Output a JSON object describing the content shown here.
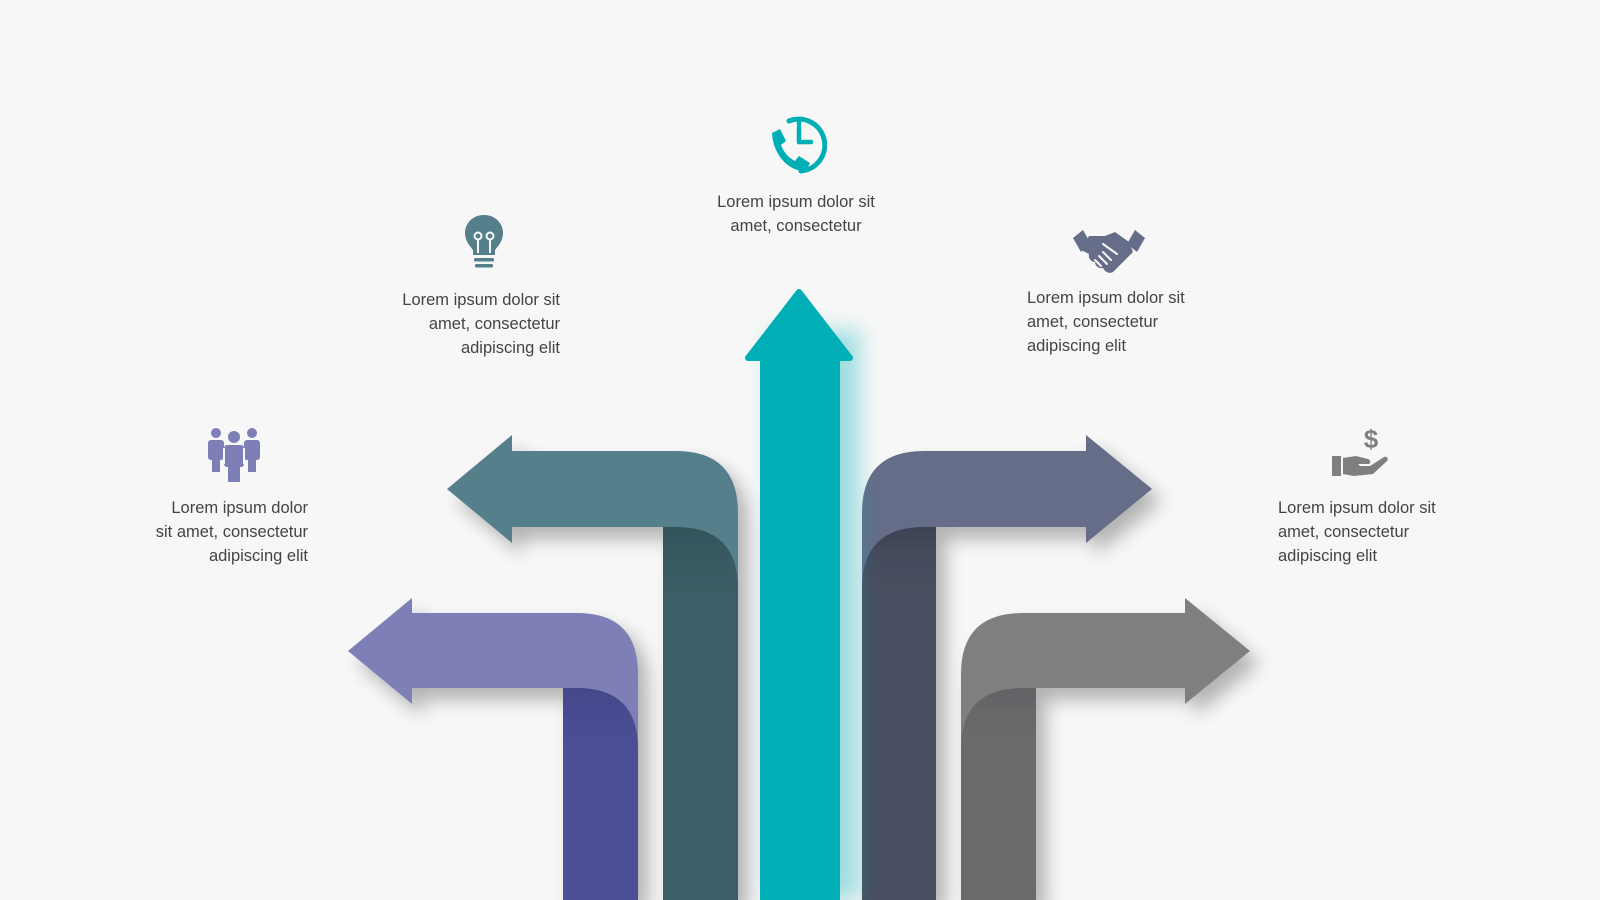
{
  "colors": {
    "background": "#f7f7f7",
    "arrow_far_left": "#7e7fb6",
    "arrow_far_left_dark": "#4e5096",
    "arrow_left": "#547f8b",
    "arrow_left_dark": "#3b5e67",
    "arrow_center": "#00aeb5",
    "arrow_right": "#666d88",
    "arrow_right_dark": "#4a4f62",
    "arrow_far_right": "#7f7f80",
    "arrow_far_right_dark": "#6a6b6d"
  },
  "items": [
    {
      "id": "team",
      "icon": "team-icon",
      "color": "#7e7fb6",
      "text": "Lorem ipsum dolor\nsit amet, consectetur\nadipiscing elit"
    },
    {
      "id": "idea",
      "icon": "lightbulb-icon",
      "color": "#547f8b",
      "text": "Lorem ipsum dolor sit\namet, consectetur\nadipiscing elit"
    },
    {
      "id": "call",
      "icon": "phone-clock-icon",
      "color": "#00aeb5",
      "text": "Lorem ipsum dolor sit\namet, consectetur"
    },
    {
      "id": "deal",
      "icon": "handshake-icon",
      "color": "#666d88",
      "text": "Lorem ipsum dolor sit\namet, consectetur\nadipiscing elit"
    },
    {
      "id": "money",
      "icon": "money-hand-icon",
      "color": "#7f7f80",
      "text": "Lorem ipsum dolor sit\namet, consectetur\nadipiscing elit"
    }
  ]
}
